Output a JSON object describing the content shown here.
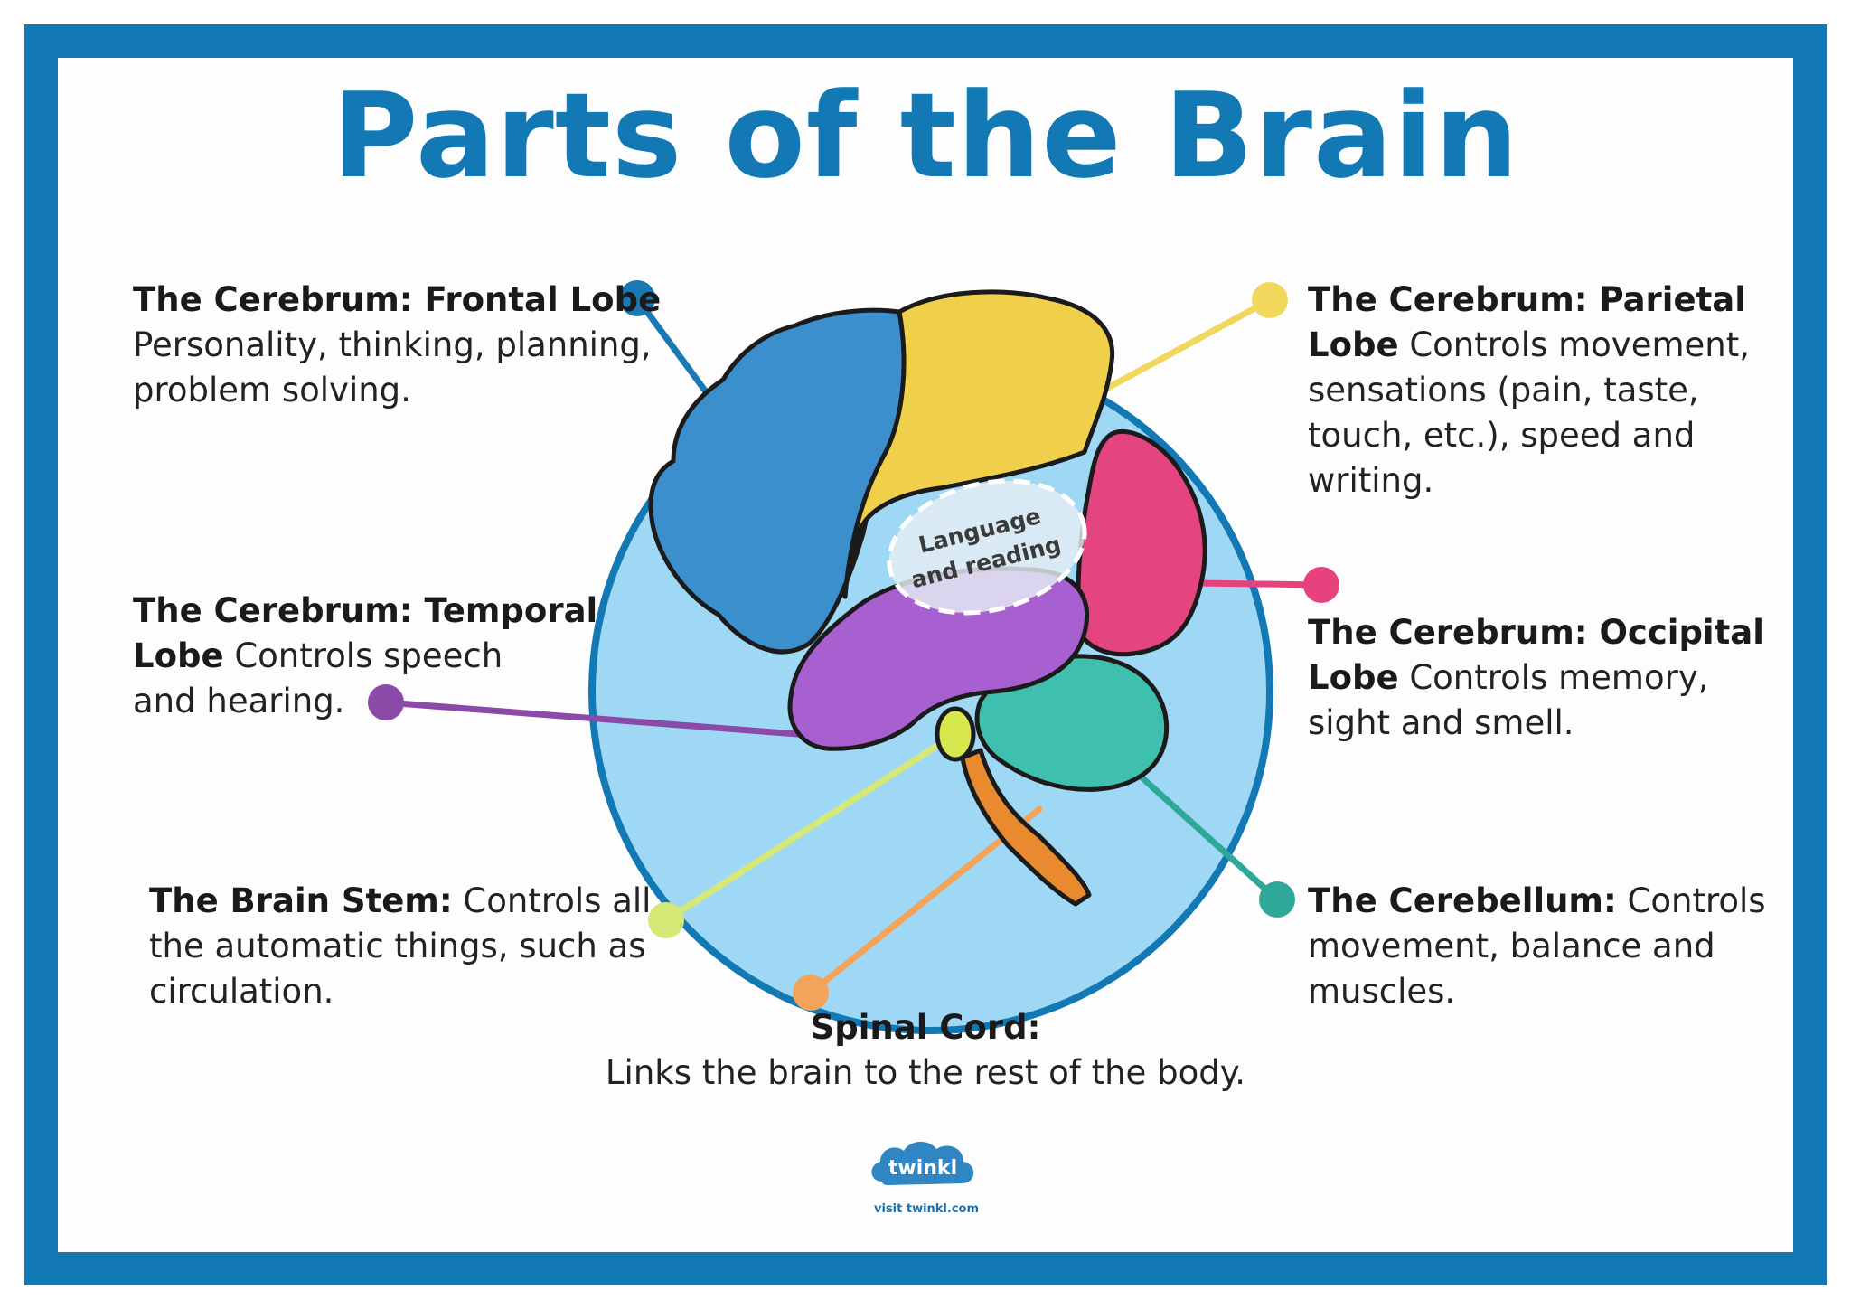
{
  "title": "Parts of the Brain",
  "brain_note": [
    "Language",
    "and reading"
  ],
  "labels": {
    "frontal": {
      "name": "The Cerebrum: Frontal Lobe",
      "lines": [
        "Personality, thinking, planning,",
        "problem solving."
      ],
      "color": "#1a78b4"
    },
    "temporal": {
      "name_line1": "The Cerebrum: Temporal",
      "name_line2": "Lobe",
      "rest_line2": " Controls speech",
      "line3": "and hearing.",
      "color": "#8b4aa8"
    },
    "brainstem": {
      "name": "The Brain Stem:",
      "rest_line1": " Controls all",
      "lines": [
        "the automatic things, such as",
        "circulation."
      ],
      "color": "#cfe36e"
    },
    "spinal": {
      "name": "Spinal Cord:",
      "line2": "Links the brain to the rest of the body.",
      "color": "#f3a45a"
    },
    "parietal": {
      "name_line1": "The Cerebrum: Parietal",
      "name_line2": "Lobe",
      "rest_line2": " Controls movement,",
      "lines": [
        "sensations (pain, taste,",
        "touch, etc.), speed and",
        "writing."
      ],
      "color": "#f1d75c"
    },
    "occipital": {
      "name_line1": "The Cerebrum: Occipital",
      "name_line2": "Lobe",
      "rest_line2": " Controls memory,",
      "line3": "sight and smell.",
      "color": "#e6427e"
    },
    "cerebellum": {
      "name": "The Cerebellum:",
      "rest_line1": " Controls",
      "lines": [
        "movement, balance and",
        "muscles."
      ],
      "color": "#2ea899"
    }
  },
  "logo": {
    "text": "twinkl",
    "url": "visit twinkl.com"
  },
  "colors": {
    "frame": "#1279b5",
    "circle_fill": "#9fd8f5",
    "frontal": "#3b8fcd",
    "parietal": "#f0cf4a",
    "occipital": "#e5457f",
    "temporal": "#a85fd0",
    "cerebellum": "#3fbfae",
    "stem": "#e98a2e",
    "stem_small": "#d6e84e"
  }
}
